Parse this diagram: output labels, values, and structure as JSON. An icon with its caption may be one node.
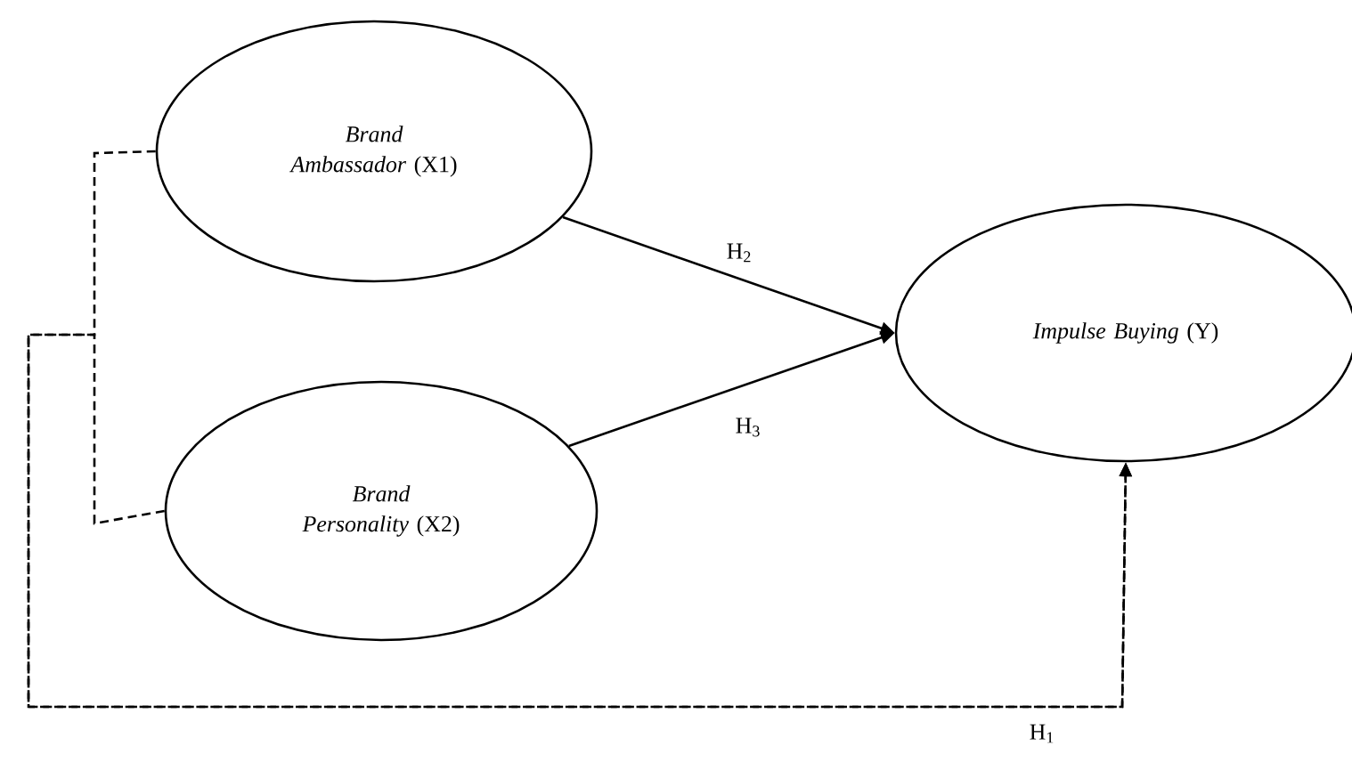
{
  "diagram": {
    "nodes": [
      {
        "text": [
          "*Brand Ambassador* (X1)"
        ]
      },
      {
        "text": [
          "*Brand Personality* (X2)"
        ]
      },
      {
        "text": [
          "*Impulse Buying* (Y)"
        ]
      }
    ],
    "edges": [
      {
        "from": 0,
        "to": 2,
        "arrow": "to",
        "label": "H$_{2}$"
      },
      {
        "from": 1,
        "to": 2,
        "arrow": "to",
        "label": "H$_{3}$"
      },
      {
        "from": 0,
        "to": 2,
        "arrow": "to",
        "style": "dashed",
        "label": "H$_{1}$"
      },
      {
        "from": 1,
        "to": 2,
        "arrow": "to",
        "style": "dashed"
      }
    ]
  }
}
